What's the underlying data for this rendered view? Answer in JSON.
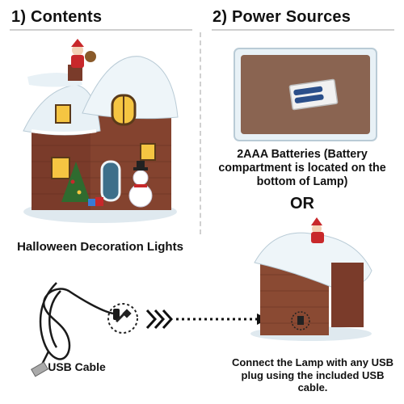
{
  "left_heading": "1) Contents",
  "right_heading": "2) Power Sources",
  "product_caption": "Halloween Decoration Lights",
  "battery_caption": "2AAA Batteries (Battery compartment is located on the bottom of Lamp)",
  "or_label": "OR",
  "usb_caption": "USB Cable",
  "connect_caption": "Connect the Lamp with any USB plug using the included USB cable.",
  "colors": {
    "snow": "#e8f1f6",
    "brick": "#7a3b2a",
    "window_light": "#f5c542",
    "santa_red": "#c8282b"
  }
}
